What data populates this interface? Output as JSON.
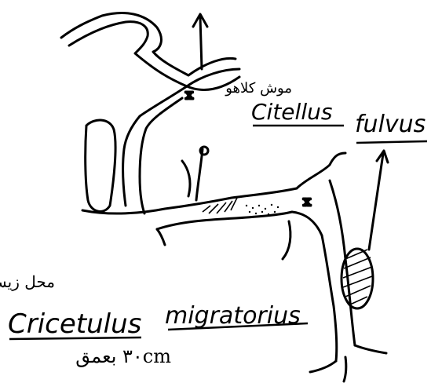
{
  "labels": {
    "citellus_persian": "موش کلاهو",
    "citellus_genus": "Citellus",
    "citellus_species": "fulvus",
    "cricetulus_persian": "محل زیست گونه موش ورا جر",
    "cricetulus_genus": "Cricetulus",
    "cricetulus_species": "migratorius",
    "depth_note": "۳۰cm بعمق"
  }
}
